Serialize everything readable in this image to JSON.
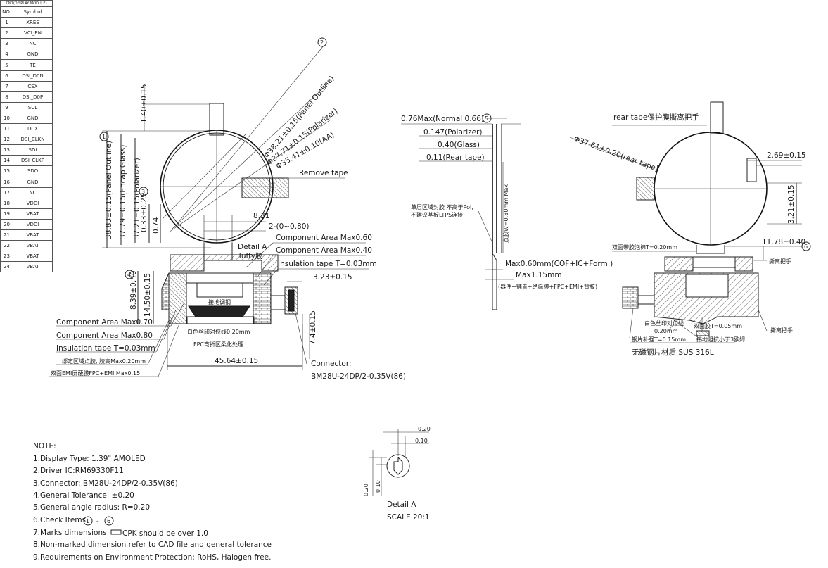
{
  "pin_table": {
    "title": "CN1(DISPLAY MODULE)",
    "header": {
      "no": "NO.",
      "symbol": "Symbol"
    },
    "rows": [
      {
        "no": "1",
        "symbol": "XRES"
      },
      {
        "no": "2",
        "symbol": "VCI_EN"
      },
      {
        "no": "3",
        "symbol": "NC"
      },
      {
        "no": "4",
        "symbol": "GND"
      },
      {
        "no": "5",
        "symbol": "TE"
      },
      {
        "no": "6",
        "symbol": "DSI_D0N"
      },
      {
        "no": "7",
        "symbol": "CSX"
      },
      {
        "no": "8",
        "symbol": "DSI_D0P"
      },
      {
        "no": "9",
        "symbol": "SCL"
      },
      {
        "no": "10",
        "symbol": "GND"
      },
      {
        "no": "11",
        "symbol": "DCX"
      },
      {
        "no": "12",
        "symbol": "DSI_CLKN"
      },
      {
        "no": "13",
        "symbol": "SDI"
      },
      {
        "no": "14",
        "symbol": "DSI_CLKP"
      },
      {
        "no": "15",
        "symbol": "SDO"
      },
      {
        "no": "16",
        "symbol": "GND"
      },
      {
        "no": "17",
        "symbol": "NC"
      },
      {
        "no": "18",
        "symbol": "VDDI"
      },
      {
        "no": "19",
        "symbol": "VBAT"
      },
      {
        "no": "20",
        "symbol": "VDDI"
      },
      {
        "no": "21",
        "symbol": "VBAT"
      },
      {
        "no": "22",
        "symbol": "VBAT"
      },
      {
        "no": "23",
        "symbol": "VBAT"
      },
      {
        "no": "24",
        "symbol": "VBAT"
      }
    ]
  },
  "front_view": {
    "dim_panel_dia": "Φ38.21±0.15(Panel Outline)",
    "dim_polarizer_dia": "Φ37.71±0.15(Polarizer)",
    "dim_aa_dia": "Φ35.41±0.10(AA)",
    "dim_top": "1.40±0.15",
    "dim_panel_h": "38.83±0.15(Panel Outline)",
    "dim_encap_h": "37.79±0.15(Encap Glass)",
    "dim_pol_h": "37.21±0.15(Polarizer)",
    "dim_033": "0.33±0.25",
    "dim_074": "0.74",
    "dim_831": "8.31",
    "dim_2": "2-(0~0.80)",
    "remove_tape": "Remove tape",
    "detail_a": "Detail A",
    "tuffy": "Tuffy胶",
    "comp_060": "Component Area Max0.60",
    "comp_040": "Component Area Max0.40",
    "insulation_right": "Insulation tape T=0.03mm",
    "dim_323": "3.23±0.15",
    "dim_839": "8.39±0.40",
    "dim_1450": "14.50±0.15",
    "dim_74": "7.4±0.15",
    "grounding": "接地调钢",
    "silk_line": "白色丝印对位线0.20mm",
    "fpc_bend": "FPC弯折区柔化处理",
    "comp_070": "Component Area Max0.70",
    "comp_080": "Component Area Max0.80",
    "insulation_left": "Insulation tape T=0.03mm",
    "bond_area": "绑定区域点胶, 胶高Max0.20mm",
    "emi": "双面EMI屏蔽膜FPC+EMI Max0.15",
    "dim_4564": "45.64±0.15",
    "connector_label": "Connector:",
    "connector_part": "BM28U-24DP/2-0.35V(86)",
    "circles": [
      "1",
      "2",
      "3",
      "4"
    ]
  },
  "side_view": {
    "dim_076": "0.76Max(Normal 0.66)",
    "dim_0147": "0.147(Polarizer)",
    "dim_040": "0.40(Glass)",
    "dim_011": "0.11(Rear tape)",
    "dim_w": "点胶W=0.80mm Max",
    "note_single": "单层区域封胶 不高于Pol,",
    "note_ltps": "不建议基板LTPS连接",
    "dim_060": "Max0.60mm(COF+IC+Form )",
    "dim_115": "Max1.15mm",
    "stack": "(器件+铺青+绝缘膜+FPC+EMI+背胶)",
    "circle": "5"
  },
  "rear_view": {
    "rear_tape": "rear tape保护膜撕离把手",
    "dim_dia": "Φ37.61±0.20(rear tape)",
    "dim_269": "2.69±0.15",
    "dim_321": "3.21±0.15",
    "foam": "双面带胶泡棉T=0.20mm",
    "dim_1178": "11.78±0.40",
    "peel_handle": "撕离把手",
    "silk": "白色丝印对位线",
    "silk_020": "0.20mm",
    "dbl_tape": "双面胶T=0.05mm",
    "peel_handle2": "撕离把手",
    "steel": "钢片补强T=0.15mm",
    "ground_res": "接地阻抗小于3欧姆",
    "material": "无磁钢片材质 SUS 316L",
    "circle": "6"
  },
  "detail": {
    "dim_020_top": "0.20",
    "dim_010_top": "0.10",
    "dim_020_left": "0.20",
    "dim_010_left": "0.10",
    "title": "Detail A",
    "scale": "SCALE 20:1"
  },
  "notes": {
    "title": "NOTE:",
    "items": [
      "1.Display Type:  1.39\"   AMOLED",
      "2.Driver IC:RM69330F11",
      "3.Connector: BM28U-24DP/2-0.35V(86)",
      "4.General Tolerance: ±0.20",
      "5.General angle radius: R=0.20",
      "6.Check Items:",
      "7.Marks   dimensions",
      "8.Non-marked dimension refer to CAD file and general tolerance",
      "9.Requirements on Environment Protection: RoHS, Halogen free."
    ],
    "check_from": "1",
    "check_dash": "-",
    "check_to": "6",
    "cpk": "CPK should be over 1.0"
  }
}
